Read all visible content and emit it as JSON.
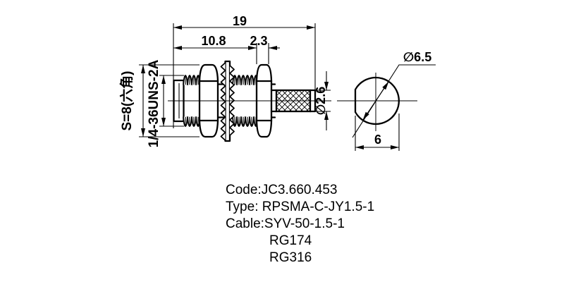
{
  "colors": {
    "ink": "#000000",
    "background": "#ffffff"
  },
  "side_view": {
    "dim_overall_length": "19",
    "dim_body_length": "10.8",
    "dim_locknut_width": "2.3",
    "dim_crimp_barrel_dia": "∅2.6",
    "dim_hex_across_flats": "S=8(六角)",
    "dim_thread_spec": "1/4-36UNS-2A"
  },
  "end_view": {
    "dim_flange_dia": "∅6.5",
    "dim_across_flat": "6"
  },
  "notes": {
    "code": "Code:JC3.660.453",
    "type": "Type: RPSMA-C-JY1.5-1",
    "cable": "Cable:SYV-50-1.5-1",
    "cable_alt_1": "RG174",
    "cable_alt_2": "RG316"
  }
}
